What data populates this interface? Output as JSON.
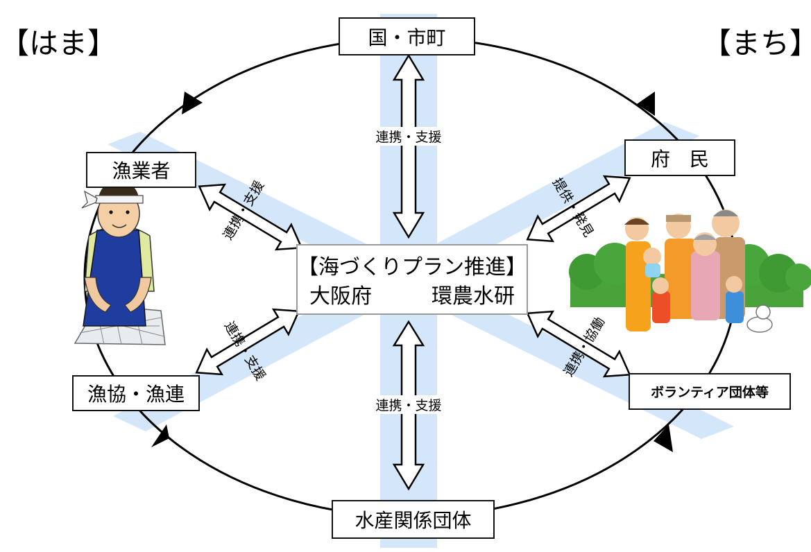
{
  "regions": {
    "left": "【はま】",
    "right": "【まち】"
  },
  "nodes": {
    "government": "国・市町",
    "fishermen": "漁業者",
    "cooperatives": "漁協・漁連",
    "residents": "府　民",
    "volunteers": "ボランティア団体等",
    "fisheries_groups": "水産関係団体"
  },
  "center": {
    "title": "【海づくりプラン推進】",
    "left_party": "大阪府",
    "right_party": "環農水研"
  },
  "links": {
    "top": "連携・支援",
    "bottom": "連携・支援",
    "upper_left": "連携・支援",
    "lower_left": "連携・支援",
    "upper_right": "提供・発見",
    "lower_right": "連携・協働"
  },
  "colors": {
    "band": "#d4e6fa",
    "center_arrow": "#243f70"
  }
}
